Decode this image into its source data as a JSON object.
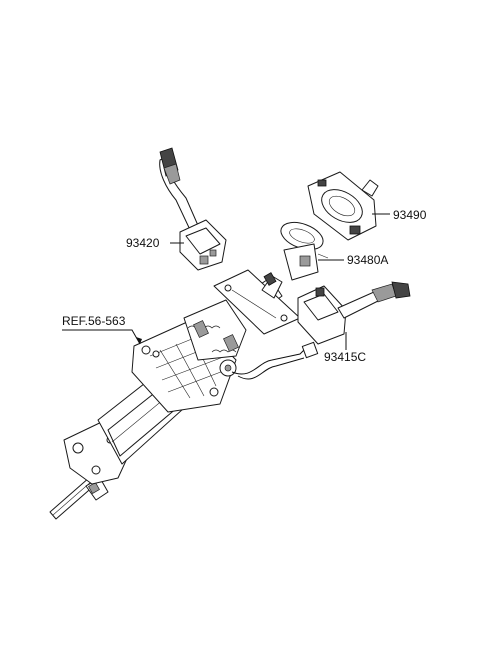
{
  "labels": {
    "p93420": "93420",
    "p93490": "93490",
    "p93480a": "93480A",
    "p93415c": "93415C",
    "ref": "REF.56-563"
  }
}
